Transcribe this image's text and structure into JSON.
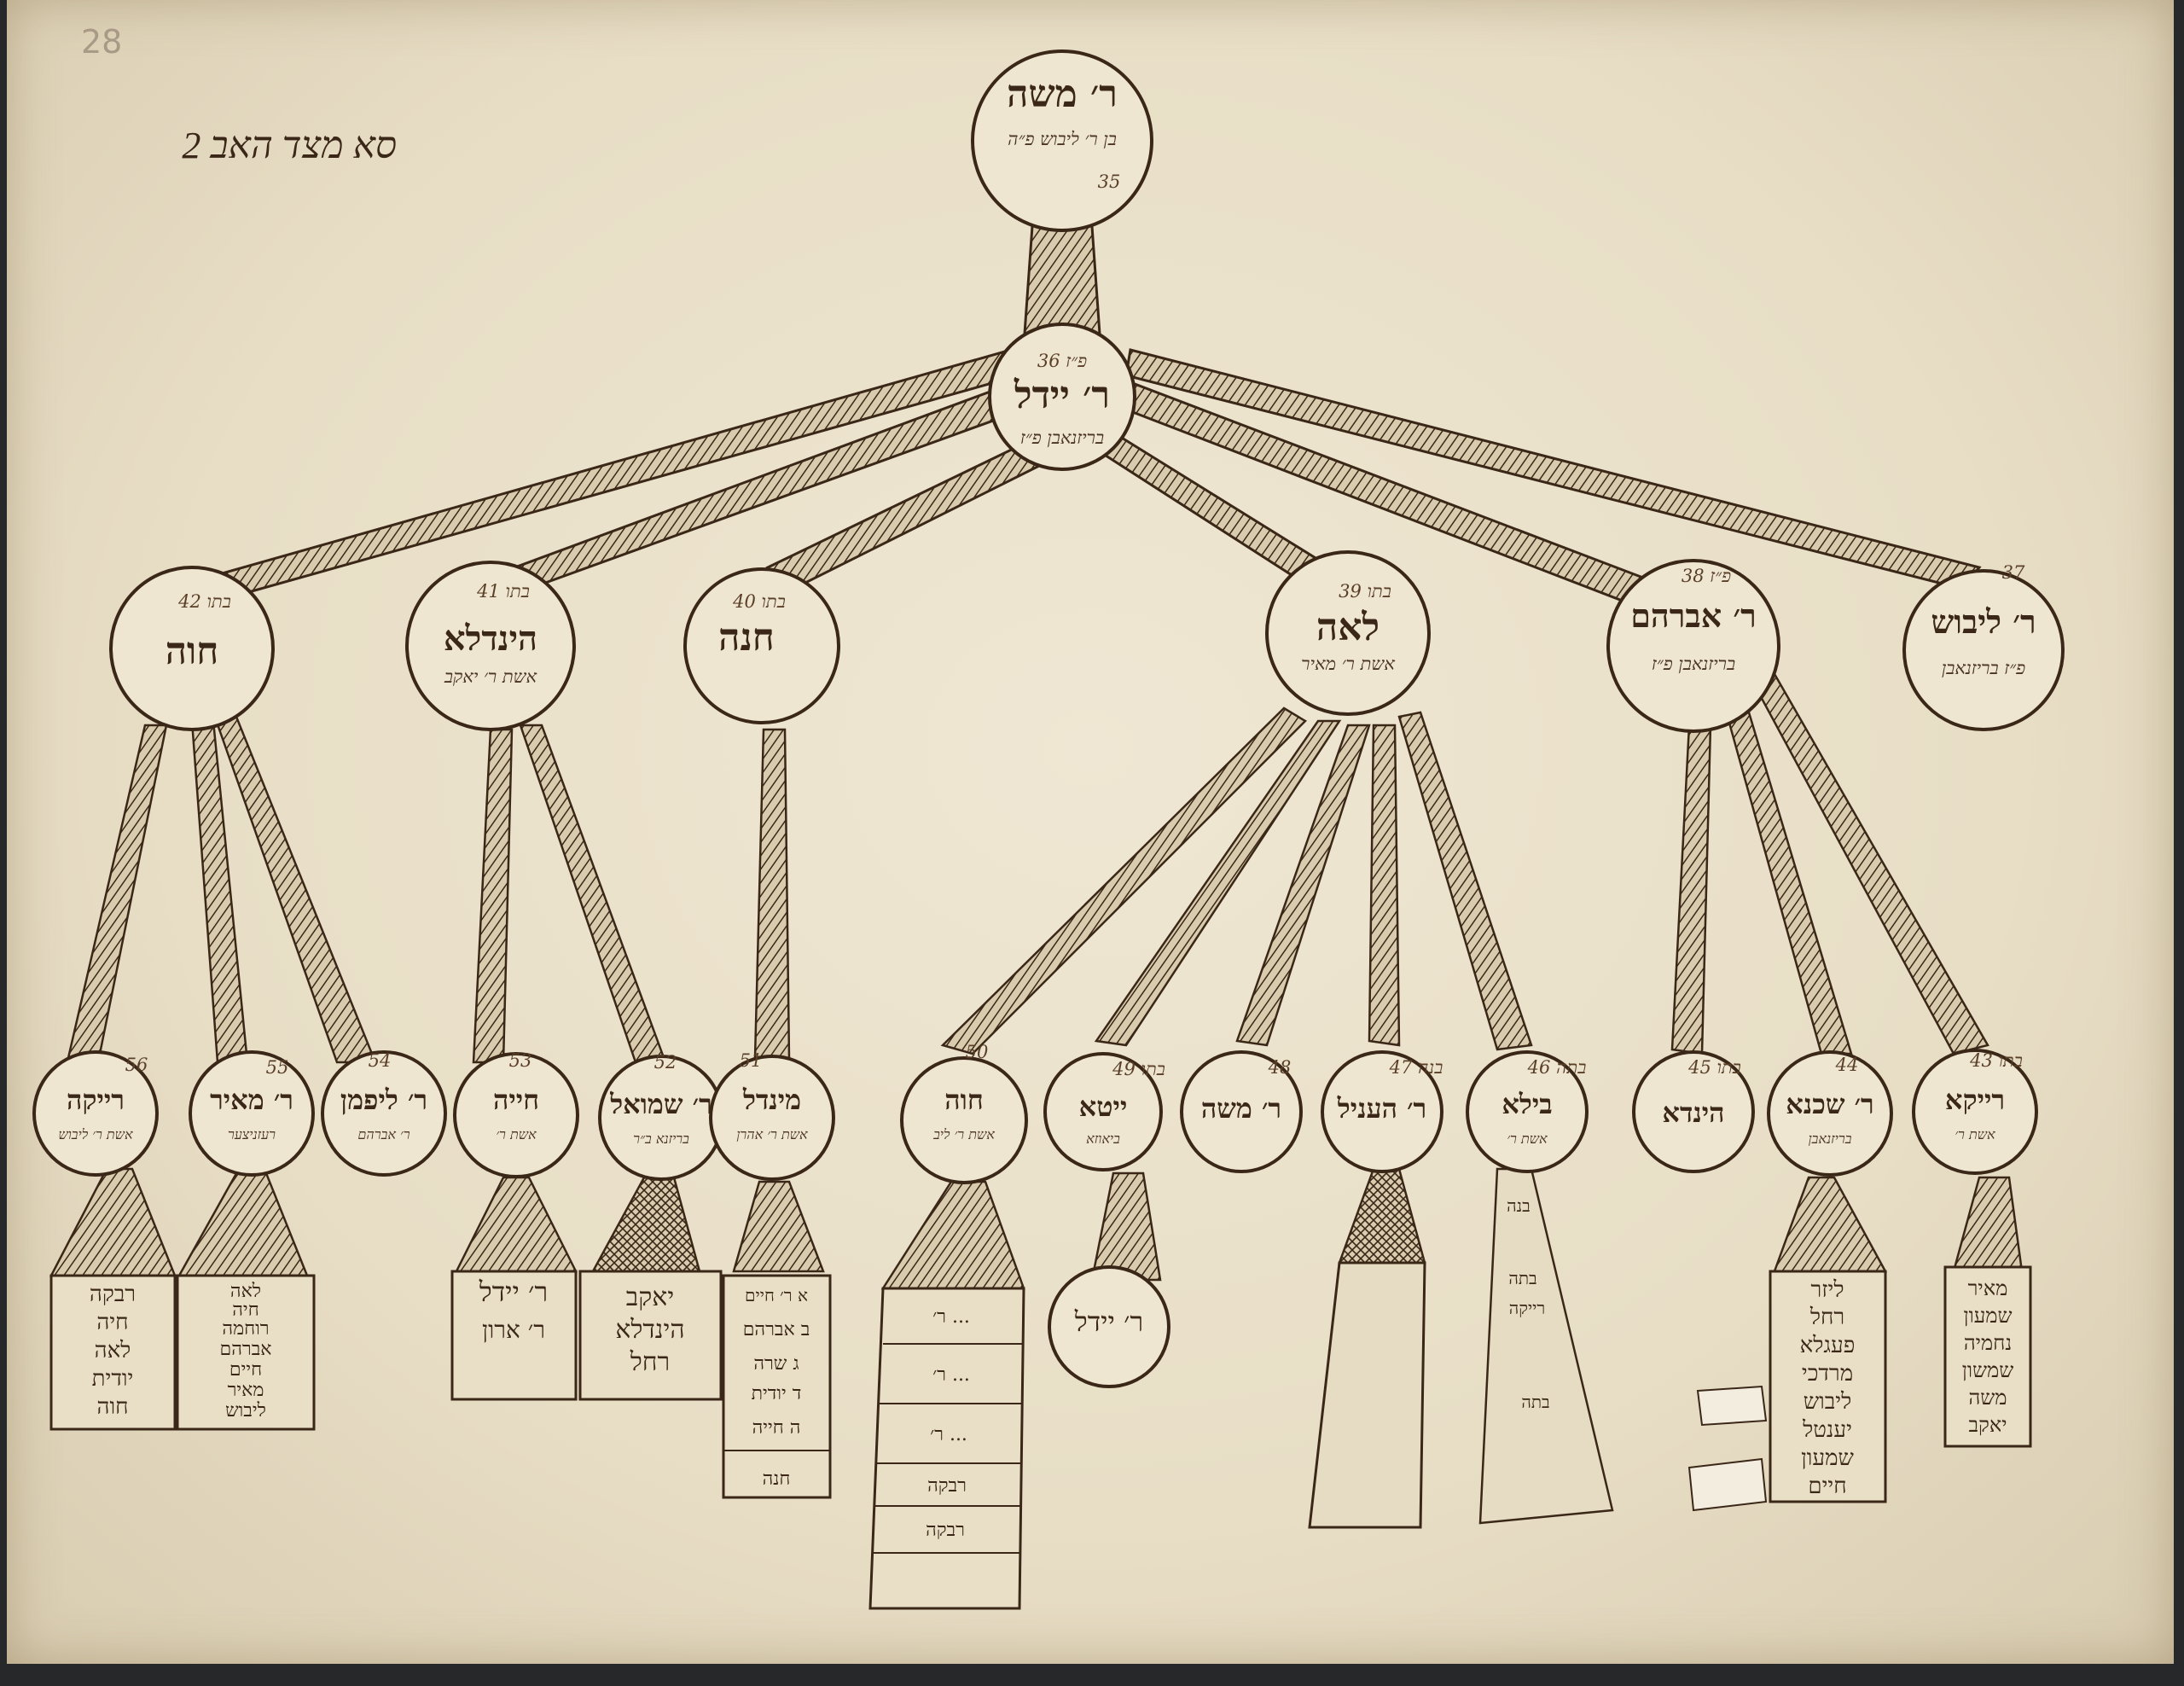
{
  "folio": "28",
  "margin_note": "2 סא מצד האב",
  "root": {
    "name": "ר׳ משה",
    "sub": "בן ר׳ ליבוש פ״ה",
    "num": "35"
  },
  "second": {
    "name": "ר׳ יידל",
    "sub": "בריזנאבן פ״ז",
    "num": "36 פ״ז"
  },
  "children": [
    {
      "id": "lejbusch",
      "name": "ר׳ ליבוש",
      "sub": "פ״ז בריזנאבן",
      "num": "37"
    },
    {
      "id": "avraham",
      "name": "ר׳ אברהם",
      "sub": "בריזנאבן פ״ז",
      "num": "38 פ״ז"
    },
    {
      "id": "lea",
      "name": "לאה",
      "sub": "אשת ר׳ מאיר",
      "num": "39 בתו"
    },
    {
      "id": "chana",
      "name": "חנה",
      "sub": "",
      "num": "40 בתו"
    },
    {
      "id": "hindla",
      "name": "הינדלא",
      "sub": "אשת ר׳ יאקב",
      "num": "41 בתו"
    },
    {
      "id": "chava",
      "name": "חוה",
      "sub": "",
      "num": "42 בתו"
    }
  ],
  "grandchildren": [
    {
      "id": "g56",
      "name": "רייקה",
      "sub": "אשת ר׳ ליבוש",
      "num": "56"
    },
    {
      "id": "g55",
      "name": "ר׳ מאיר",
      "sub": "רעזניצער",
      "num": "55"
    },
    {
      "id": "g54",
      "name": "ר׳ ליפמן",
      "sub": "ר׳ אברהם",
      "num": "54"
    },
    {
      "id": "g53",
      "name": "חייה",
      "sub": "אשת ר׳",
      "num": "53"
    },
    {
      "id": "g52",
      "name": "ר׳ שמואל",
      "sub": "בריזנא ב״ר",
      "num": "52"
    },
    {
      "id": "g51",
      "name": "מינדל",
      "sub": "אשת ר׳ אהרן",
      "num": "51"
    },
    {
      "id": "g50",
      "name": "חוה",
      "sub": "אשת ר׳ ליב",
      "num": "50"
    },
    {
      "id": "g49",
      "name": "ייטא",
      "sub": "ביאוזא",
      "num": "49 בתו"
    },
    {
      "id": "g48",
      "name": "ר׳ משה",
      "sub": "",
      "num": "48"
    },
    {
      "id": "g47",
      "name": "ר׳ העניל",
      "sub": "",
      "num": "47 בנה"
    },
    {
      "id": "g46",
      "name": "בילא",
      "sub": "אשת ר׳",
      "num": "46 בתה"
    },
    {
      "id": "g45",
      "name": "הינדא",
      "sub": "",
      "num": "45 בתו"
    },
    {
      "id": "g44",
      "name": "ר׳ שכנא",
      "sub": "בריזנאבן",
      "num": "44"
    },
    {
      "id": "g43",
      "name": "רייקא",
      "sub": "אשת ר׳",
      "num": "43 בתו"
    }
  ],
  "boxes": {
    "b56": [
      "רבקה",
      "חיה",
      "לאה",
      "יודית",
      "חוה"
    ],
    "b55": [
      "לאה",
      "חיה",
      "רוחמה",
      "אברהם",
      "חיים",
      "מאיר",
      "ליבוש"
    ],
    "b53": [
      "ר׳ יידל",
      "ר׳ ארון"
    ],
    "b52": [
      "יאקב",
      "הינדלא",
      "רחל"
    ],
    "b51": [
      "א ר׳ חיים",
      "ב אברהם",
      "ג שרה",
      "ד יודית",
      "ה חייה",
      "חנה"
    ],
    "b50": [
      "ר׳ ...",
      "ר׳ ...",
      "ר׳ ...",
      "רבקה",
      "רבקה"
    ],
    "b49": [
      "ר׳ יידל"
    ],
    "b46": [
      "בנה",
      "בתה",
      "רייקה",
      "בתה"
    ],
    "b44": [
      "ליזר",
      "רחל",
      "פעגלא",
      "מרדכי",
      "ליבוש",
      "יענטל",
      "שמעון",
      "חיים"
    ],
    "b43": [
      "מאיר",
      "שמעון",
      "נחמיה",
      "שמשון",
      "משה",
      "יאקב"
    ]
  },
  "colors": {
    "paper": "#ece3cc",
    "ink": "#3a2717"
  }
}
